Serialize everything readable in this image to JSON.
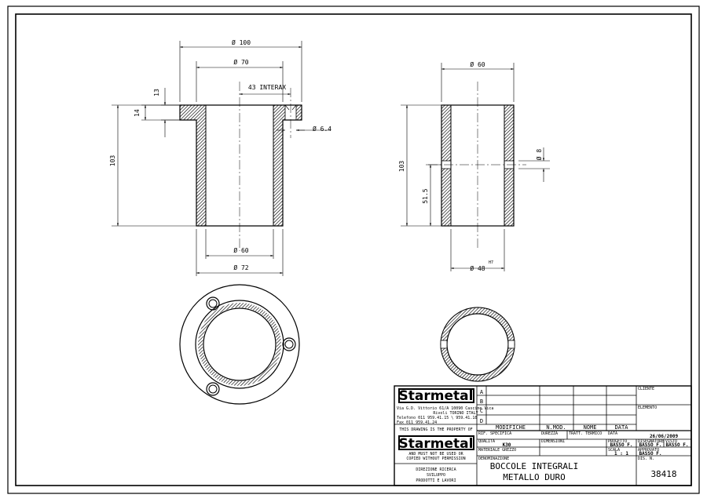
{
  "dims": {
    "d100": "Ø 100",
    "d70": "Ø 70",
    "interax": "43 INTERAX",
    "h13": "13",
    "h14": "14",
    "h103a": "103",
    "d64": "Ø 6.4",
    "d60a": "Ø 60",
    "d72": "Ø 72",
    "d60b": "Ø 60",
    "h103b": "103",
    "d8": "Ø 8",
    "h515": "51.5",
    "d48": "Ø 48",
    "h7": "H7"
  },
  "title_block": {
    "company": "Starmetal",
    "address1": "Via G.D. Vittorio 61/A  10090 Cascine Vica",
    "address2": "Rivoli TORINO ITALY",
    "phone": "Telefono 011 959.41.15 \\ 959.41.18",
    "fax": "Fax 011 959.41.24",
    "property1": "THIS DRAWING IS THE PROPERTY OF",
    "property2": "AND MUST NOT BE USED OR",
    "property3": "COPIED WITHOUT PERMISSION",
    "dept1": "DIREZIONE RICERCA",
    "dept2": "SVILUPPO",
    "dept3": "PRODOTTI E LAVORI",
    "rev_a": "A",
    "rev_b": "B",
    "rev_c": "C",
    "rev_d": "D",
    "col_modifiche": "MODIFICHE",
    "col_nmod": "N.MOD.",
    "col_nome": "NOME",
    "col_data": "DATA",
    "lbl_cliente": "CLIENTE",
    "lbl_elemento": "ELEMENTO",
    "lbl_rif": "RIF. SPECIFICA",
    "lbl_qualita": "QUALITA",
    "qualita": "K30",
    "lbl_durezza": "DUREZZA",
    "lbl_tratt": "TRATT. TERMICO",
    "lbl_data": "DATA",
    "date": "26/06/2009",
    "lbl_dimensioni": "DIMENSIONI",
    "lbl_materiale": "MATERIALE GREZZO",
    "lbl_progetto": "PROGETTO",
    "lbl_disegn": "DISEGNATORE",
    "lbl_visto": "VISTO",
    "lbl_appr": "APPROVATO",
    "person1": "BASSO F.",
    "person2": "BASSO F.",
    "person3": "BASSO F.",
    "person4": "BASSO F.",
    "lbl_scala": "SCALA",
    "scale": "1 : 1",
    "lbl_denominazione": "DENOMINAZIONE",
    "title1": "BOCCOLE INTEGRALI",
    "title2": "METALLO DURO",
    "lbl_dis": "DIS. N.",
    "drawing_no": "38418"
  }
}
